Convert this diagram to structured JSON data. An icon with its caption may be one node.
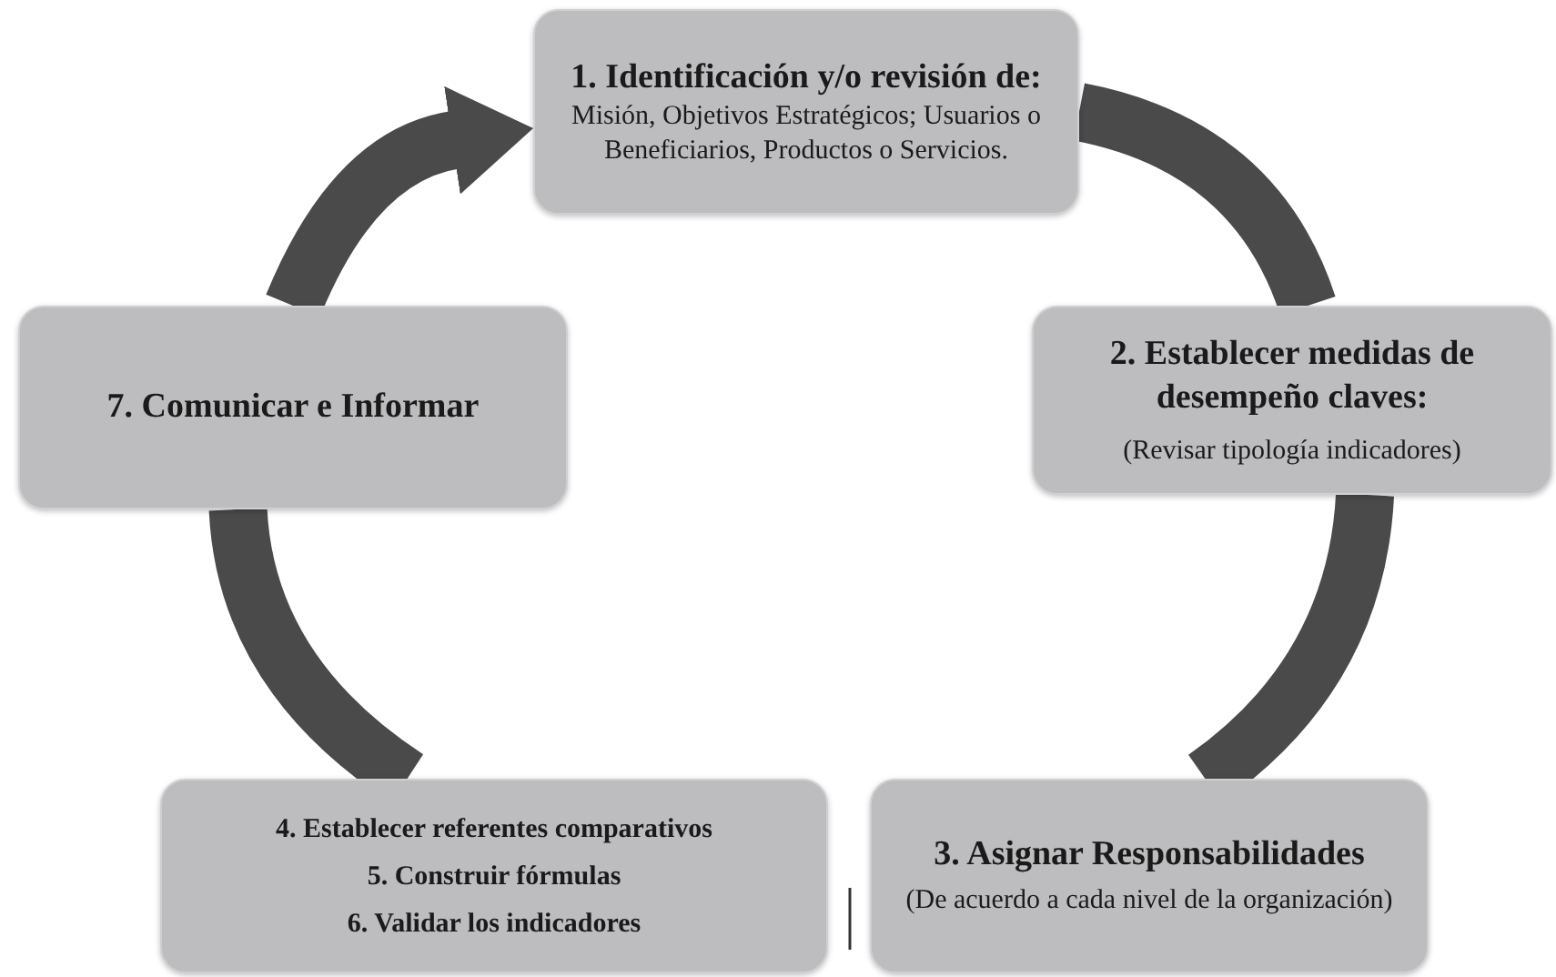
{
  "diagram": {
    "nodes": [
      {
        "text": [
          "1. Identificación y/o revisión de:",
          "Misión, Objetivos Estratégicos; Usuarios o Beneficiarios, Productos o Servicios."
        ]
      },
      {
        "text": [
          "2. Establecer medidas de desempeño claves:",
          "(Revisar tipología indicadores)"
        ]
      },
      {
        "text": [
          "3. Asignar Responsabilidades",
          "(De acuerdo a cada nivel de la organización)"
        ]
      },
      {
        "text": [
          "4. Establecer referentes comparativos",
          "5. Construir fórmulas",
          "6. Validar los indicadores"
        ]
      },
      {
        "text": [
          "7. Comunicar e Informar"
        ]
      }
    ],
    "edges": [
      {
        "from": 0,
        "to": 1,
        "arrow": "none"
      },
      {
        "from": 1,
        "to": 2,
        "arrow": "none"
      },
      {
        "from": 3,
        "to": 4,
        "arrow": "none"
      },
      {
        "from": 4,
        "to": 0,
        "arrow": "to"
      }
    ]
  }
}
